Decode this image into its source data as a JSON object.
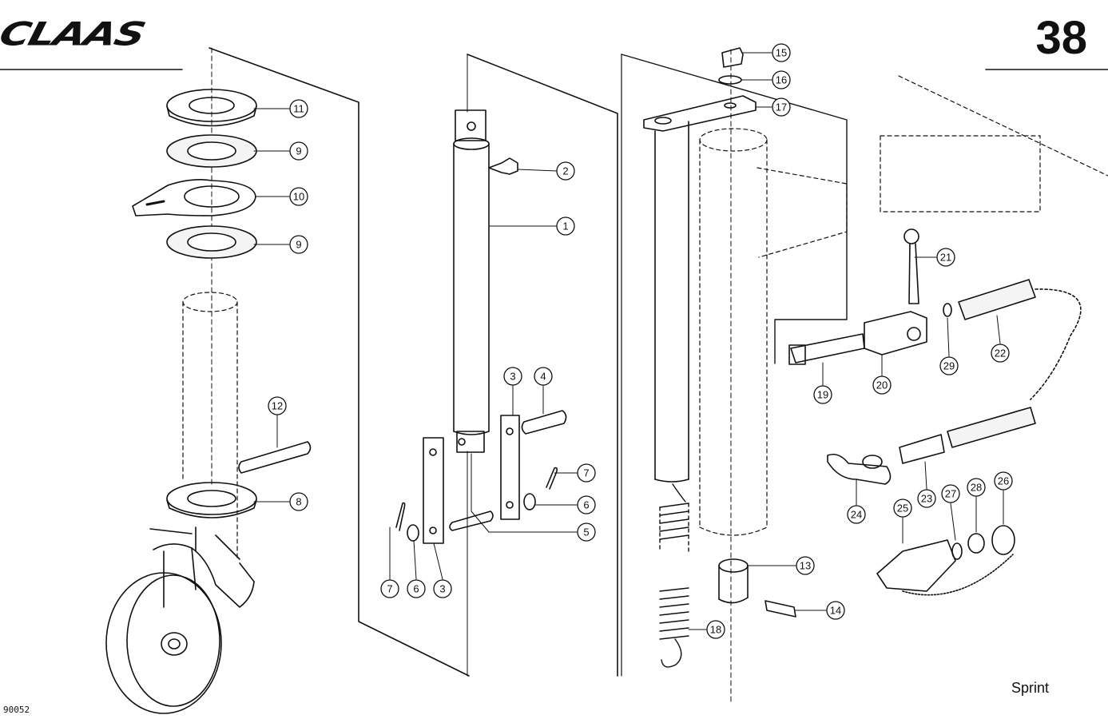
{
  "header": {
    "brand": "CLAAS",
    "page_number": "38"
  },
  "footer": {
    "drawing_number": "90052",
    "model": "Sprint"
  },
  "callouts": [
    {
      "id": "c11",
      "label": "11"
    },
    {
      "id": "c9a",
      "label": "9"
    },
    {
      "id": "c10",
      "label": "10"
    },
    {
      "id": "c9b",
      "label": "9"
    },
    {
      "id": "c12",
      "label": "12"
    },
    {
      "id": "c8",
      "label": "8"
    },
    {
      "id": "c2",
      "label": "2"
    },
    {
      "id": "c1",
      "label": "1"
    },
    {
      "id": "c3a",
      "label": "3"
    },
    {
      "id": "c4",
      "label": "4"
    },
    {
      "id": "c7a",
      "label": "7"
    },
    {
      "id": "c6a",
      "label": "6"
    },
    {
      "id": "c5",
      "label": "5"
    },
    {
      "id": "c7b",
      "label": "7"
    },
    {
      "id": "c6b",
      "label": "6"
    },
    {
      "id": "c3b",
      "label": "3"
    },
    {
      "id": "c15",
      "label": "15"
    },
    {
      "id": "c16",
      "label": "16"
    },
    {
      "id": "c17",
      "label": "17"
    },
    {
      "id": "c21",
      "label": "21"
    },
    {
      "id": "c29",
      "label": "29"
    },
    {
      "id": "c22",
      "label": "22"
    },
    {
      "id": "c19",
      "label": "19"
    },
    {
      "id": "c20",
      "label": "20"
    },
    {
      "id": "c13",
      "label": "13"
    },
    {
      "id": "c14",
      "label": "14"
    },
    {
      "id": "c18",
      "label": "18"
    },
    {
      "id": "c24",
      "label": "24"
    },
    {
      "id": "c23",
      "label": "23"
    },
    {
      "id": "c25",
      "label": "25"
    },
    {
      "id": "c27",
      "label": "27"
    },
    {
      "id": "c28",
      "label": "28"
    },
    {
      "id": "c26",
      "label": "26"
    }
  ]
}
